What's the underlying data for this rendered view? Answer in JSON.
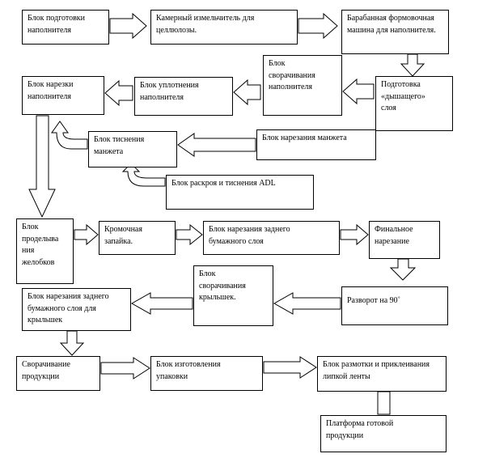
{
  "blocks": {
    "b01": "Блок подготовки\nнаполнителя",
    "b02": "Камерный измельчитель для\nцеллюлозы.",
    "b03": "Барабанная формовочная\nмашина для наполнителя.",
    "b04": "Блок\nсворачивания\nнаполнителя",
    "b05": "Подготовка\n«дышащего»\nслоя",
    "b06": "Блок уплотнения\nнаполнителя",
    "b07": "Блок нарезки\nнаполнителя",
    "b08": "Блок тиснения\nманжета",
    "b09": "Блок нарезания манжета",
    "b10": "Блок раскроя и тиснения ADL",
    "b11": "Блок\nпроделыва\nния\nжелобков",
    "b12": "Кромочная\nзапайка.",
    "b13": "Блок нарезания заднего\nбумажного слоя",
    "b14": "Финальное\nнарезание",
    "b15": "Блок\nсворачивания\nкрыльшек.",
    "b16": "Разворот на 90˚",
    "b17": "Блок нарезания заднего\nбумажного слоя для\nкрыльшек",
    "b18": "Сворачивание\nпродукции",
    "b19": "Блок изготовления\nупаковки",
    "b20": "Блок размотки и приклеивания\nлипкой ленты",
    "b21": "Платформа готовой\nпродукции"
  }
}
